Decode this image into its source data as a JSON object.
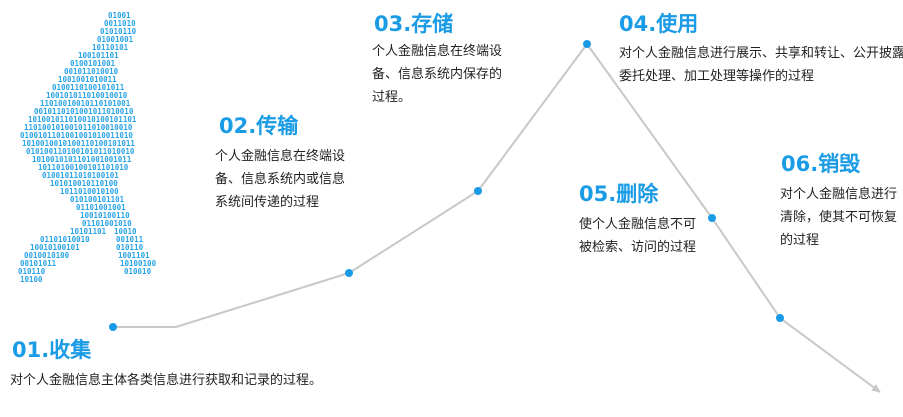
{
  "colors": {
    "accent": "#1a9be6",
    "line": "#c8c8c8",
    "text": "#222222",
    "figure_digits": "#29a3e8"
  },
  "decoration": {
    "name": "binary-walking-person",
    "glyphs": "0100101001101001010110100100101101010010110100101001011010"
  },
  "stages": [
    {
      "title": "01.收集",
      "lines": [
        "对个人金融信息主体各类信息进行获取和记录的过程。"
      ]
    },
    {
      "title": "02.传输",
      "lines": [
        "个人金融信息在终端设",
        "备、信息系统内或信息",
        "系统间传递的过程"
      ]
    },
    {
      "title": "03.存储",
      "lines": [
        "个人金融信息在终端设",
        "备、信息系统内保存的",
        "过程。"
      ]
    },
    {
      "title": "04.使用",
      "lines": [
        "对个人金融信息进行展示、共享和转让、公开披露、",
        "委托处理、加工处理等操作的过程"
      ]
    },
    {
      "title": "05.删除",
      "lines": [
        "使个人金融信息不可",
        "被检索、访问的过程"
      ]
    },
    {
      "title": "06.销毁",
      "lines": [
        "对个人金融信息进行",
        "清除，使其不可恢复",
        "的过程"
      ]
    }
  ]
}
